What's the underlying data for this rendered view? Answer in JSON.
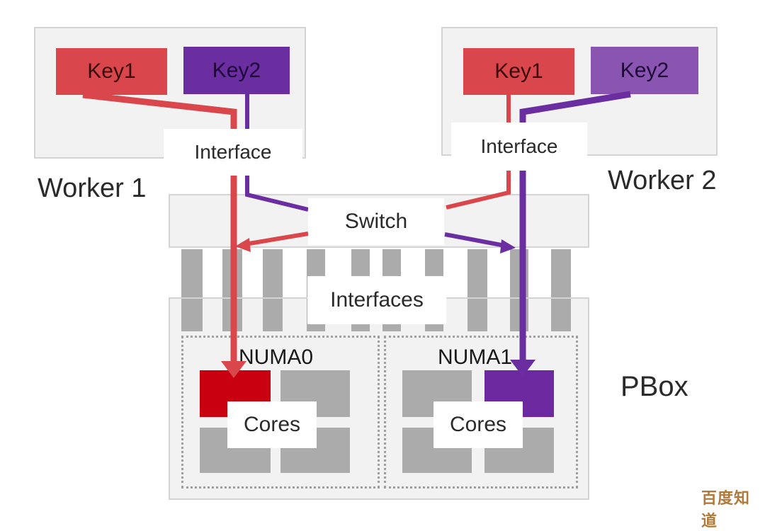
{
  "workers": [
    {
      "name": "Worker 1",
      "keys": [
        "Key1",
        "Key2"
      ],
      "interface_label": "Interface",
      "key_colors": [
        "#d9474c",
        "#6a2ea0"
      ]
    },
    {
      "name": "Worker 2",
      "keys": [
        "Key1",
        "Key2"
      ],
      "interface_label": "Interface",
      "key_colors": [
        "#d9474c",
        "#8a55b0"
      ]
    }
  ],
  "switch_label": "Switch",
  "interfaces_label": "Interfaces",
  "pbox_label": "PBox",
  "numa": [
    {
      "name": "NUMA0",
      "cores_label": "Cores",
      "highlight_color": "#c8000f"
    },
    {
      "name": "NUMA1",
      "cores_label": "Cores",
      "highlight_color": "#6d2aa0"
    }
  ],
  "flow_colors": {
    "key1": "#d9474c",
    "key2": "#6a2ea0"
  },
  "watermark": "百度知道"
}
